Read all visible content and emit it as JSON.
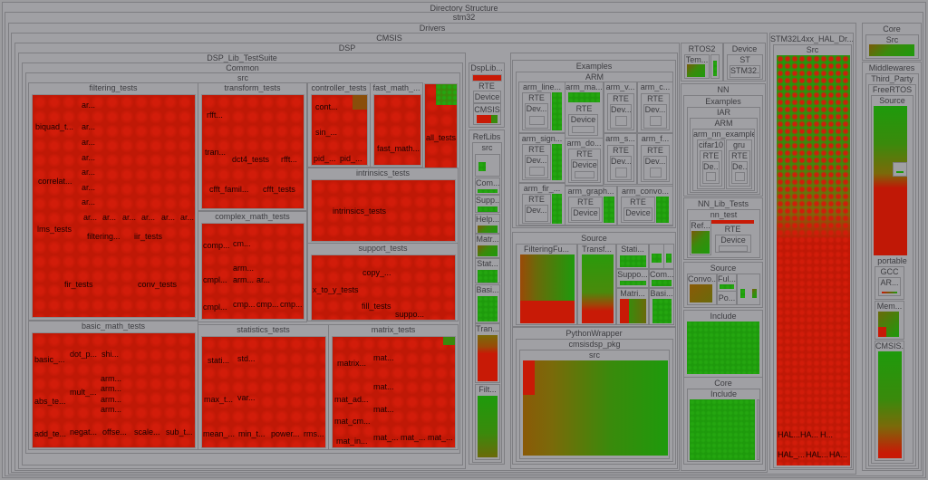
{
  "title": "Directory Structure",
  "root": "stm32",
  "drivers": "Drivers",
  "cmsis": "CMSIS",
  "dsp": "DSP",
  "suite": "DSP_Lib_TestSuite",
  "common": "Common",
  "src": "src",
  "groups": {
    "filtering": {
      "label": "filtering_tests",
      "items": [
        "biquad_t...",
        "correlat...",
        "lms_tests",
        "filtering...",
        "iir_tests",
        "fir_tests",
        "conv_tests",
        "ar...",
        "ar...",
        "ar...",
        "ar...",
        "ar...",
        "ar...",
        "ar...",
        "ar...",
        "ar...",
        "ar...",
        "ar...",
        "ar...",
        "ar..."
      ]
    },
    "transform": {
      "label": "transform_tests",
      "items": [
        "rfft...",
        "tran...",
        "dct4_tests",
        "rfft...",
        "cfft_famil...",
        "cfft_tests"
      ]
    },
    "controller": {
      "label": "controller_tests",
      "items": [
        "cont...",
        "sin_...",
        "pid_...",
        "pid_..."
      ]
    },
    "fast_math": {
      "label": "fast_math_...",
      "items": [
        "fast_math..."
      ]
    },
    "all_tests": {
      "items": [
        "all_tests"
      ]
    },
    "complex_math": {
      "label": "complex_math_tests",
      "items": [
        "comp...",
        "cm...",
        "arm...",
        "cmpl...",
        "arm...",
        "ar...",
        "cmpl...",
        "cmp...",
        "cmp...",
        "cmp..."
      ]
    },
    "intrinsics": {
      "label": "intrinsics_tests",
      "items": [
        "intrinsics_tests"
      ]
    },
    "support": {
      "label": "support_tests",
      "items": [
        "copy_...",
        "x_to_y_tests",
        "fill_tests",
        "suppo..."
      ]
    },
    "basic_math": {
      "label": "basic_math_tests",
      "items": [
        "basic_...",
        "dot_p...",
        "shi...",
        "arm...",
        "arm...",
        "arm...",
        "arm...",
        "mult_...",
        "abs_te...",
        "add_te...",
        "negat...",
        "offse...",
        "scale...",
        "sub_t..."
      ]
    },
    "statistics": {
      "label": "statistics_tests",
      "items": [
        "stati...",
        "std...",
        "max_t...",
        "var...",
        "mean_...",
        "min_t...",
        "power...",
        "rms..."
      ]
    },
    "matrix": {
      "label": "matrix_tests",
      "items": [
        "matrix...",
        "mat...",
        "mat...",
        "mat_ad...",
        "mat...",
        "mat_cm...",
        "mat_in...",
        "mat_...",
        "mat_...",
        "mat_..."
      ]
    }
  },
  "dsplib": {
    "label": "DspLib...",
    "rte": "RTE",
    "device": "Device",
    "cmsis": "CMSIS"
  },
  "reflibs": {
    "label": "RefLibs",
    "src": "src",
    "items": [
      "Com...",
      "Supp...",
      "Help...",
      "Matr...",
      "Stat...",
      "Basi...",
      "Tran...",
      "Filt..."
    ]
  },
  "examples": {
    "label": "Examples",
    "arm": "ARM",
    "items": [
      {
        "label": "arm_line...",
        "rte": "RTE",
        "dev": "Dev..."
      },
      {
        "label": "arm_ma...",
        "rte": "RTE",
        "dev": "Device"
      },
      {
        "label": "arm_v...",
        "rte": "RTE",
        "dev": "Dev..."
      },
      {
        "label": "arm_c...",
        "rte": "RTE",
        "dev": "Dev..."
      },
      {
        "label": "arm_sign...",
        "rte": "RTE",
        "dev": "Dev..."
      },
      {
        "label": "arm_do...",
        "rte": "RTE",
        "dev": "Device"
      },
      {
        "label": "arm_s...",
        "rte": "RTE",
        "dev": "Dev..."
      },
      {
        "label": "arm_f...",
        "rte": "RTE",
        "dev": "Dev..."
      },
      {
        "label": "arm_fir_...",
        "rte": "RTE",
        "dev": "Dev..."
      },
      {
        "label": "arm_graph...",
        "rte": "RTE",
        "dev": "Device"
      },
      {
        "label": "arm_convo...",
        "rte": "RTE",
        "dev": "Device"
      }
    ]
  },
  "source": {
    "label": "Source",
    "items": [
      "FilteringFu...",
      "Transf...",
      "Stati...",
      "Suppo...",
      "Com...",
      "Matri...",
      "Basi..."
    ]
  },
  "python": {
    "label": "PythonWrapper",
    "pkg": "cmsisdsp_pkg",
    "src": "src"
  },
  "rtos2": {
    "label": "RTOS2",
    "tem": "Tem..."
  },
  "device": {
    "label": "Device",
    "st": "ST",
    "stm": "STM32..."
  },
  "nn": {
    "label": "NN",
    "examples": "Examples",
    "iar": "IAR",
    "arm": "ARM",
    "nnex": "arm_nn_examples",
    "cifar": "cifar10",
    "gru": "gru",
    "rte": "RTE",
    "de": "De...",
    "libtests": "NN_Lib_Tests",
    "nntest": "nn_test",
    "ref": "Ref...",
    "device": "Device",
    "source": "Source",
    "convo": "Convo...",
    "ful": "Ful...",
    "po": "Po...",
    "include": "Include"
  },
  "core": {
    "label": "Core",
    "include": "Include"
  },
  "hal": {
    "label": "STM32L4xx_HAL_Dr...",
    "src": "Src",
    "items": [
      "HAL...",
      "HA...",
      "H...",
      "HAL_...",
      "HAL...",
      "HA..."
    ]
  },
  "right": {
    "core": "Core",
    "src": "Src",
    "middlewares": "Middlewares",
    "third": "Third_Party",
    "freertos": "FreeRTOS",
    "source": "Source",
    "portable": "portable",
    "gcc": "GCC",
    "ar": "AR...",
    "mem": "Mem...",
    "cmsis": "CMSIS..."
  }
}
